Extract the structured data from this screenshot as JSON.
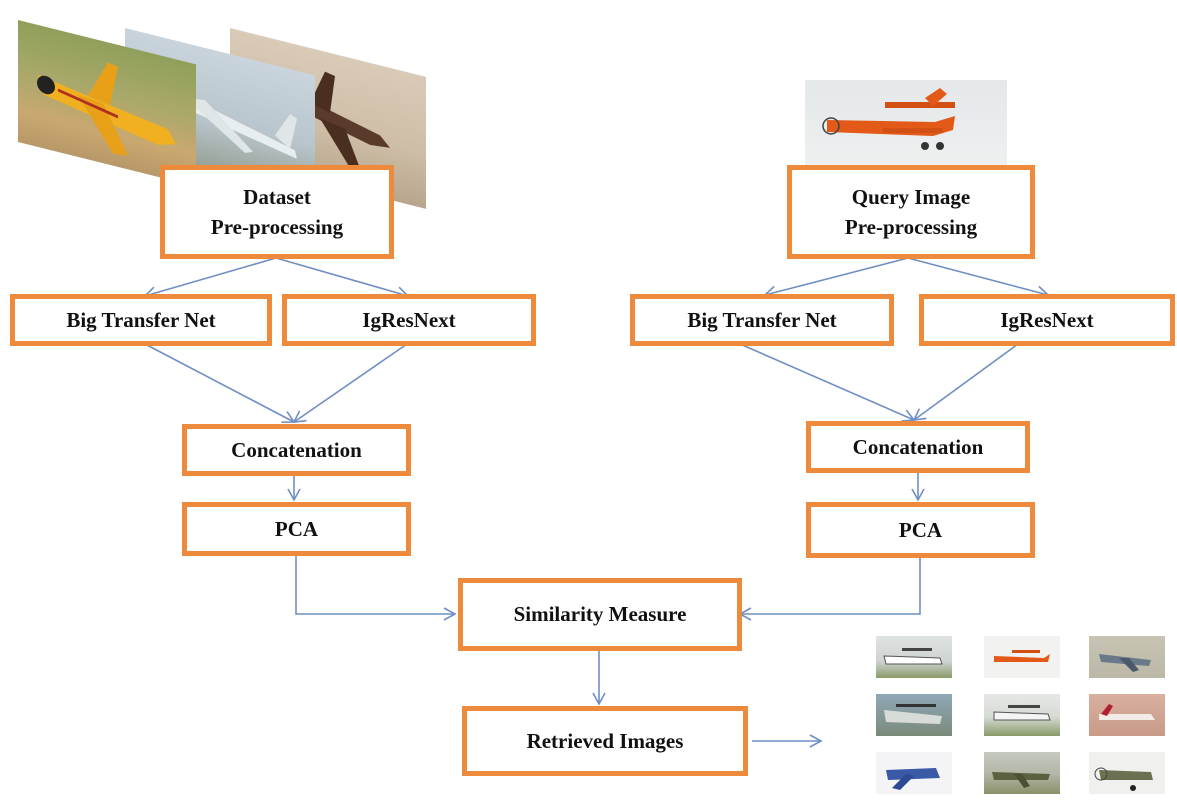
{
  "dataset_branch": {
    "preprocess_lines": [
      "Dataset",
      "Pre-processing"
    ],
    "net_left": "Big Transfer Net",
    "net_right": "IgResNext",
    "concat": "Concatenation",
    "pca": "PCA"
  },
  "query_branch": {
    "preprocess_lines": [
      "Query Image",
      "Pre-processing"
    ],
    "net_left": "Big Transfer Net",
    "net_right": "IgResNext",
    "concat": "Concatenation",
    "pca": "PCA"
  },
  "similarity": "Similarity Measure",
  "retrieved": "Retrieved Images",
  "colors": {
    "box_border": "#ED8A3C",
    "arrow": "#6F8FC4",
    "text": "#111111"
  },
  "icons": {
    "dataset_images": "stacked-airplane-photos",
    "query_image": "orange-biplane-photo",
    "retrieved_thumbnails": "airplane-thumbnail-grid"
  }
}
